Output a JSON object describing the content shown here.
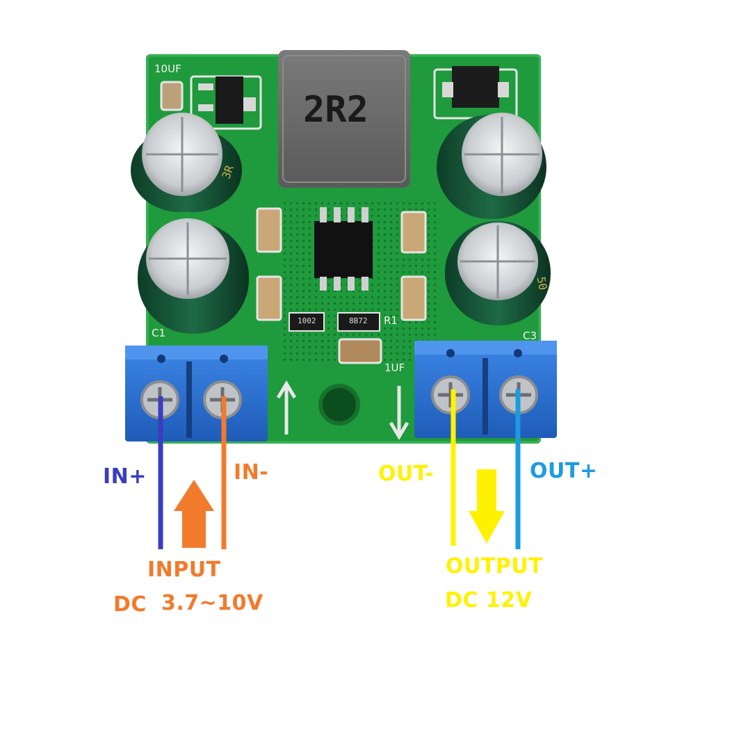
{
  "board": {
    "inductor_marking": "2R2",
    "silk_cap_top": "10UF",
    "silk_c1": "C1",
    "silk_c3": "C3",
    "silk_r1": "R1",
    "silk_cap_bottom": "1UF",
    "resistor_1_marking": "1002",
    "resistor_2_marking": "8B72",
    "cap_left_marking": "3R",
    "cap_right_marking": "50"
  },
  "labels": {
    "in_plus": "IN+",
    "in_minus": "IN-",
    "out_minus": "OUT-",
    "out_plus": "OUT+",
    "input_title": "INPUT",
    "input_dc": "DC",
    "input_range": "3.7~10V",
    "output_title": "OUTPUT",
    "output_value": "DC 12V"
  },
  "colors": {
    "in_plus": "#3a3dc0",
    "orange": "#f27a2c",
    "yellow": "#fff200",
    "out_plus": "#1d9be0",
    "pcb": "#1f9a3c",
    "terminal": "#2b6fd0"
  }
}
